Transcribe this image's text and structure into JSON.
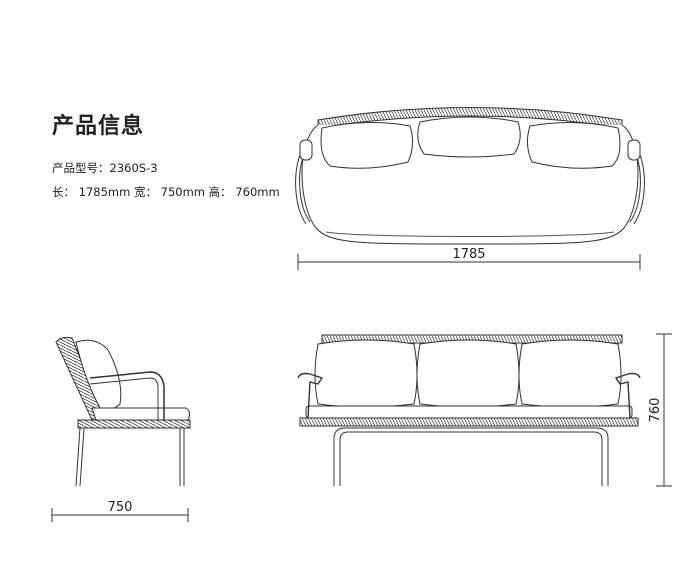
{
  "info": {
    "title": "产品信息",
    "model_label": "产品型号：",
    "model_value": "2360S-3",
    "length_label": "长：",
    "length_value": "1785mm",
    "width_label": "宽：",
    "width_value": "750mm",
    "height_label": "高：",
    "height_value": "760mm"
  },
  "dimensions": {
    "top_view_width": "1785",
    "side_view_depth": "750",
    "front_view_height": "760"
  },
  "colors": {
    "line": "#333333",
    "text": "#222222",
    "background": "#ffffff"
  }
}
